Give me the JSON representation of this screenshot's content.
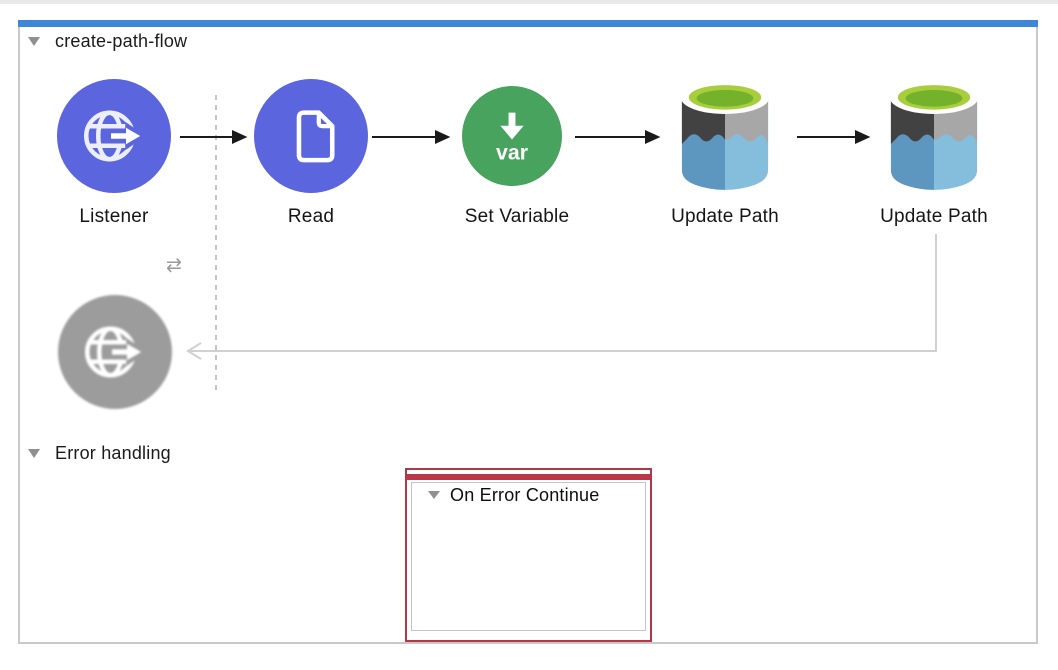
{
  "flow": {
    "title": "create-path-flow",
    "nodes": [
      {
        "name": "listener",
        "label": "Listener",
        "icon": "globe-arrow-icon",
        "badge_glyph": "⇄",
        "color": "#5a65de"
      },
      {
        "name": "read",
        "label": "Read",
        "icon": "document-icon",
        "color": "#5a65de"
      },
      {
        "name": "set-variable",
        "label": "Set Variable",
        "icon": "var-down-arrow-icon",
        "icon_text": "var",
        "color": "#48a35f"
      },
      {
        "name": "update-path-1",
        "label": "Update Path",
        "icon": "database-cylinder-icon"
      },
      {
        "name": "update-path-2",
        "label": "Update Path",
        "icon": "database-cylinder-icon"
      }
    ],
    "ghost_node": {
      "icon": "globe-arrow-icon",
      "color": "#9c9c9c"
    },
    "error_handling": {
      "section_label": "Error handling",
      "scope_label": "On Error Continue",
      "scope_border_color": "#b23848"
    }
  },
  "colors": {
    "selection_bar_blue": "#3e86dc",
    "canvas_border_gray": "#c9c9c9",
    "connector_black": "#1a1a1a",
    "return_line_gray": "#d0d0d0",
    "dashed_guide_gray": "#c6c6c6",
    "database_top_green": "#a9ce3d",
    "database_blue": "#5d96bf"
  }
}
